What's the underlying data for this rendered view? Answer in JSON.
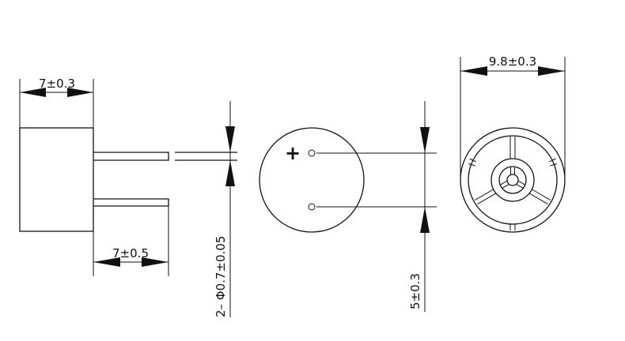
{
  "dimensions": {
    "body_thickness": "7±0.3",
    "pin_length": "7±0.5",
    "pin_diameter": "2– Φ0.7±0.05",
    "pin_spacing": "5±0.3",
    "diameter": "9.8±0.3"
  },
  "polarity_mark": "+"
}
